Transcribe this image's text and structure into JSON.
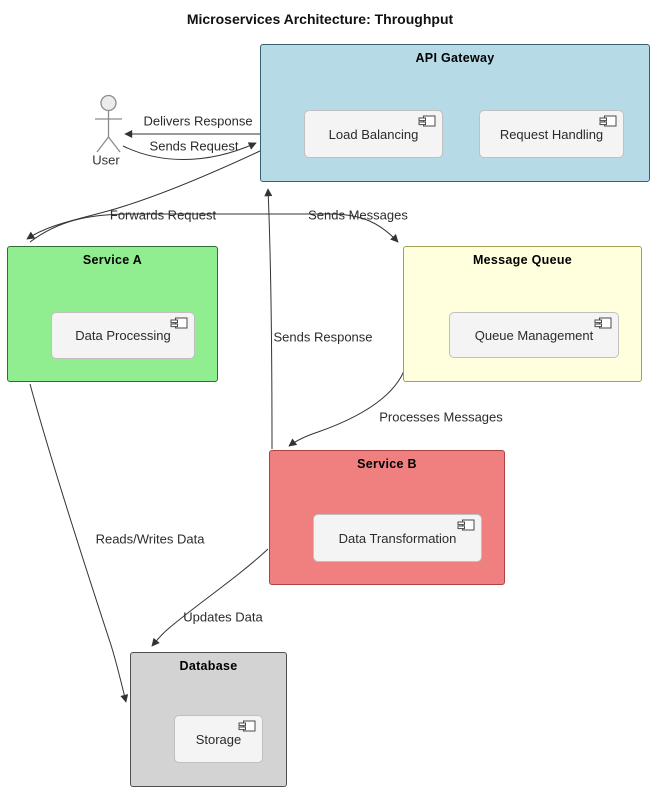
{
  "diagram": {
    "title": "Microservices Architecture: Throughput"
  },
  "actor": {
    "label": "User"
  },
  "nodes": {
    "api_gateway": {
      "title": "API Gateway",
      "fill": "#b6dbe7",
      "components": {
        "load_balancing": "Load Balancing",
        "request_handling": "Request Handling"
      }
    },
    "service_a": {
      "title": "Service A",
      "fill": "#90ee90",
      "components": {
        "data_processing": "Data Processing"
      }
    },
    "message_queue": {
      "title": "Message Queue",
      "fill": "#ffffde",
      "components": {
        "queue_management": "Queue Management"
      }
    },
    "service_b": {
      "title": "Service B",
      "fill": "#f08080",
      "components": {
        "data_transformation": "Data Transformation"
      }
    },
    "database": {
      "title": "Database",
      "fill": "#d3d3d3",
      "components": {
        "storage": "Storage"
      }
    }
  },
  "edges": {
    "delivers_response": "Delivers Response",
    "sends_request": "Sends Request",
    "forwards_request": "Forwards Request",
    "sends_messages": "Sends Messages",
    "sends_response": "Sends Response",
    "processes_messages": "Processes Messages",
    "reads_writes_data": "Reads/Writes Data",
    "updates_data": "Updates Data"
  },
  "colors": {
    "line": "#333333",
    "component_fill": "#f4f4f4"
  }
}
